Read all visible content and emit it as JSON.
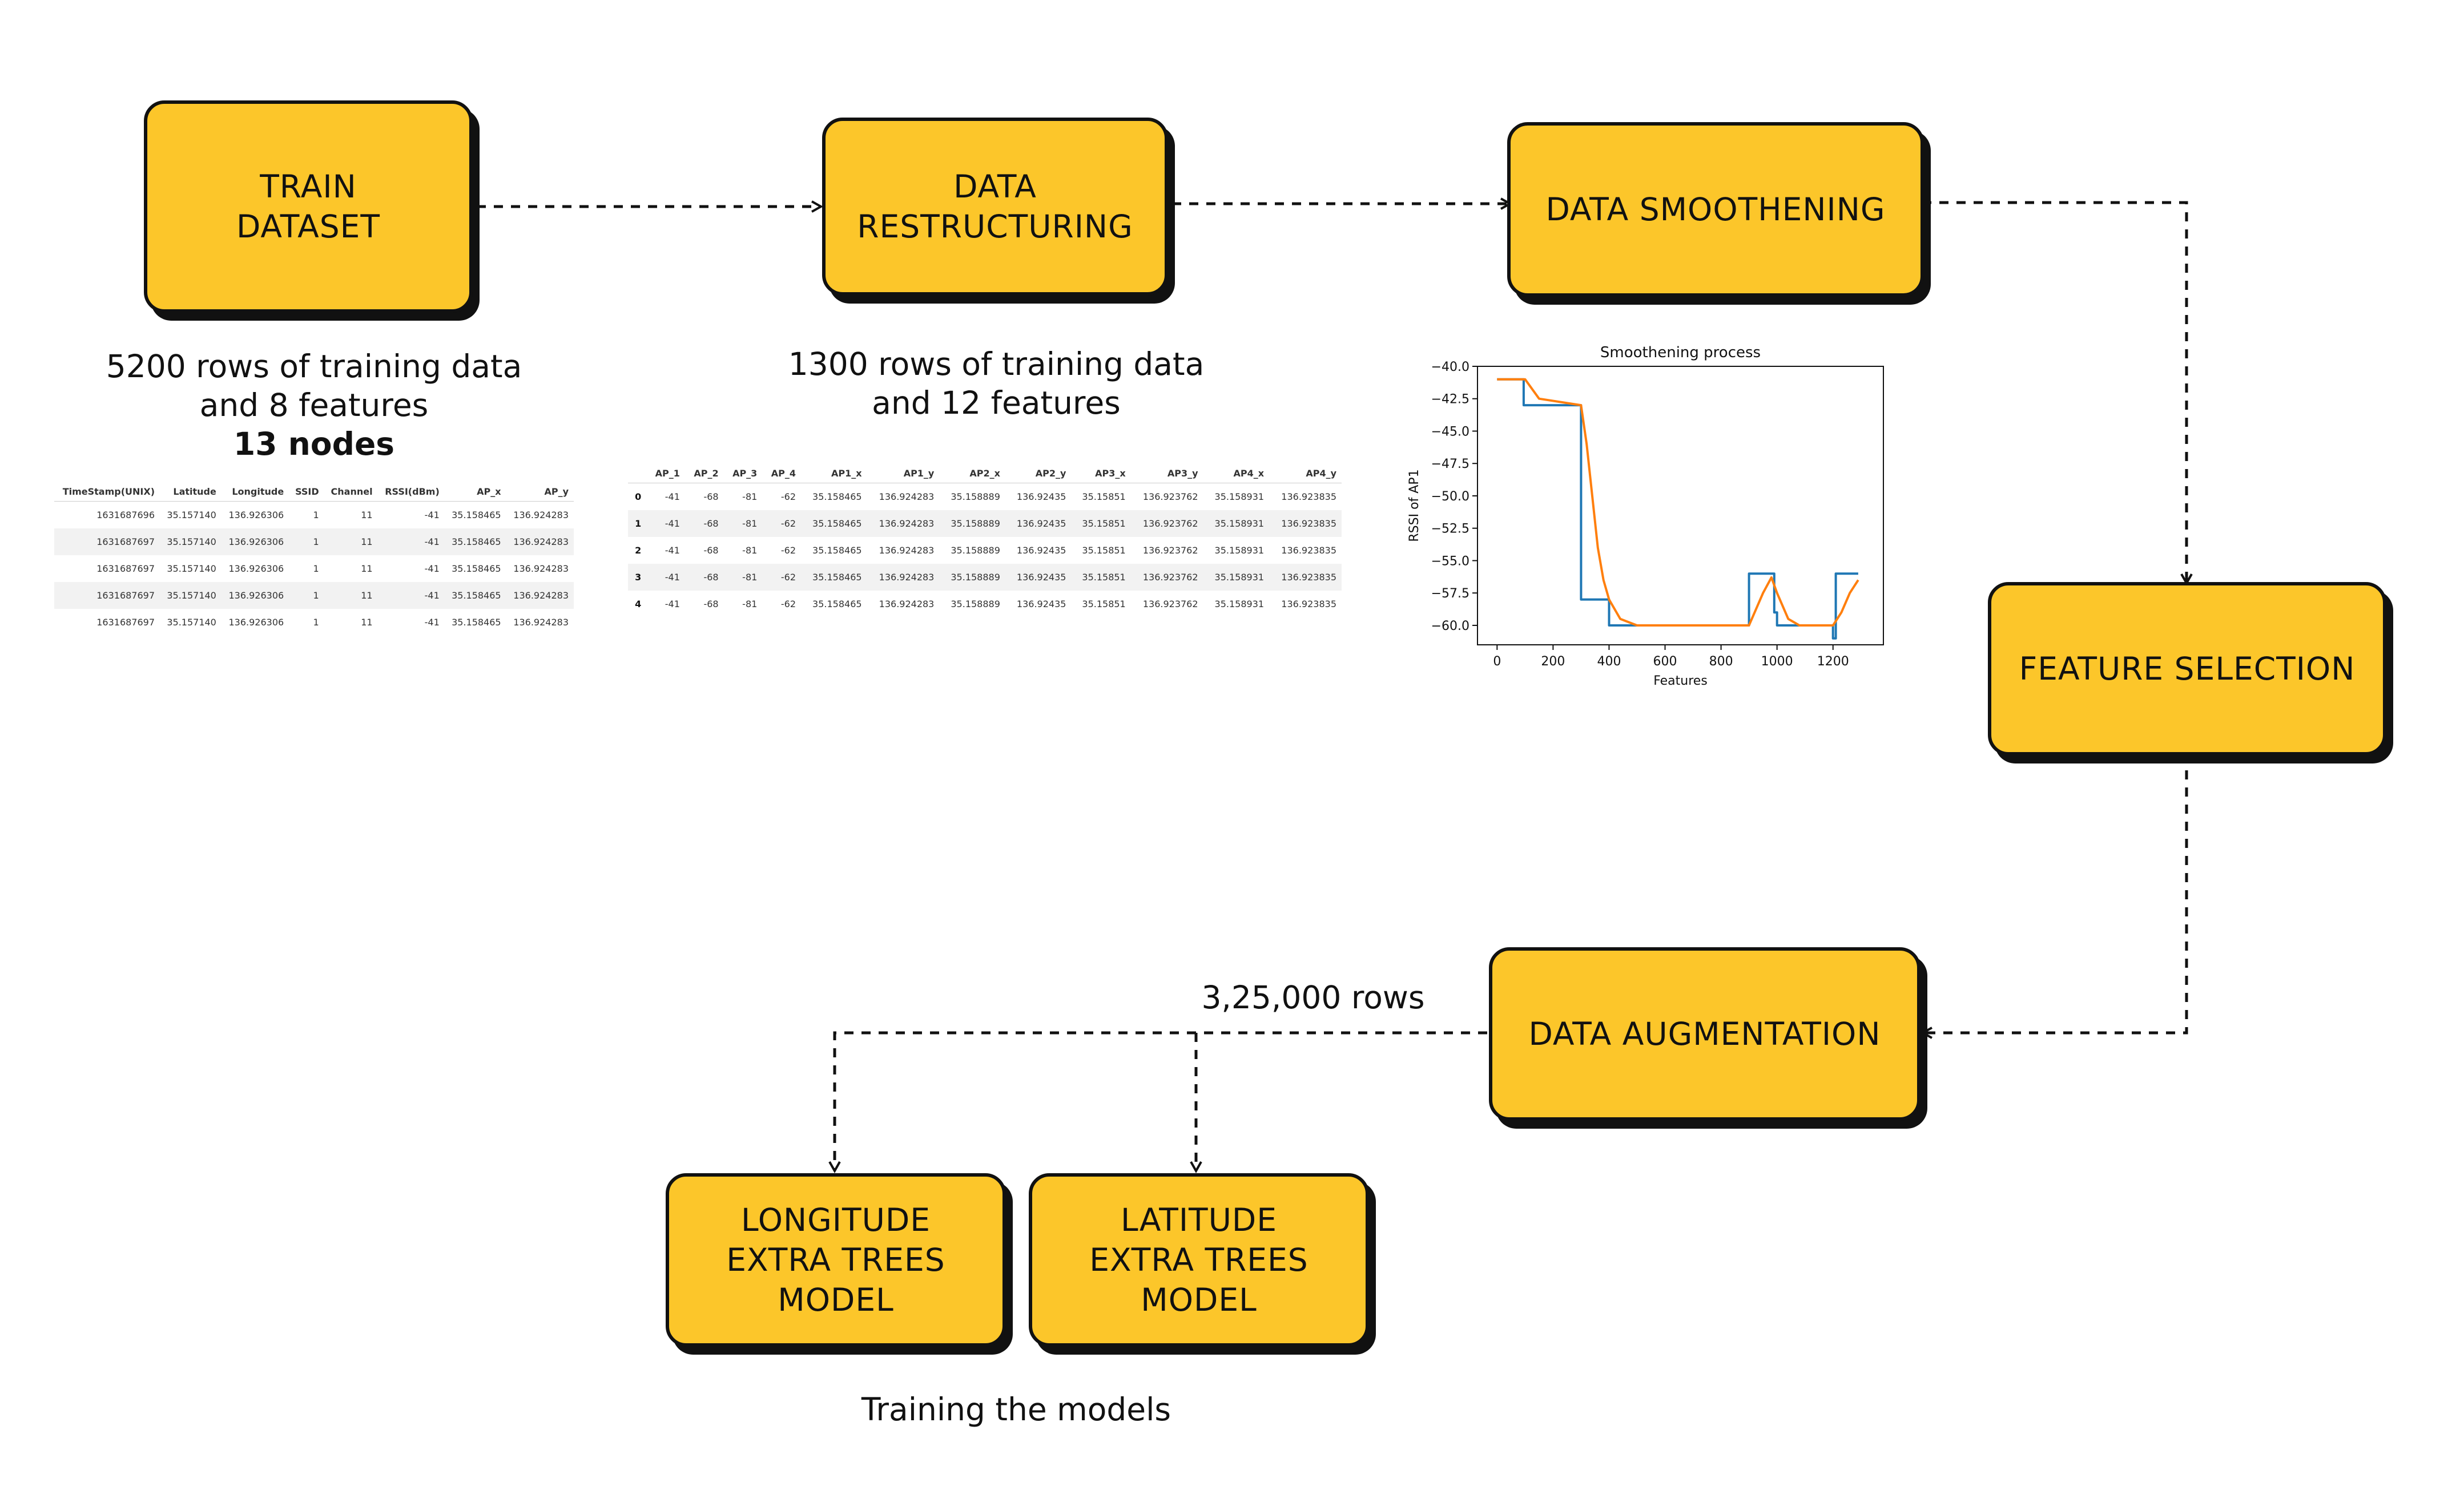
{
  "boxes": {
    "train_dataset": "TRAIN\nDATASET",
    "data_restructuring": "DATA\nRESTRUCTURING",
    "data_smoothening": "DATA SMOOTHENING",
    "feature_selection": "FEATURE SELECTION",
    "data_augmentation": "DATA AUGMENTATION",
    "longitude_model": "LONGITUDE\nEXTRA TREES\nMODEL",
    "latitude_model": "LATITUDE\nEXTRA TREES\nMODEL"
  },
  "captions": {
    "train_line1": "5200 rows of training data",
    "train_line2": "and 8 features",
    "train_line3": "13 nodes",
    "restructure_line1": "1300 rows of training data",
    "restructure_line2": "and 12 features",
    "augmentation_rows": "3,25,000 rows",
    "training_models": "Training the models"
  },
  "table_raw": {
    "columns": [
      "TimeStamp(UNIX)",
      "Latitude",
      "Longitude",
      "SSID",
      "Channel",
      "RSSI(dBm)",
      "AP_x",
      "AP_y"
    ],
    "rows": [
      [
        "1631687696",
        "35.157140",
        "136.926306",
        "1",
        "11",
        "-41",
        "35.158465",
        "136.924283"
      ],
      [
        "1631687697",
        "35.157140",
        "136.926306",
        "1",
        "11",
        "-41",
        "35.158465",
        "136.924283"
      ],
      [
        "1631687697",
        "35.157140",
        "136.926306",
        "1",
        "11",
        "-41",
        "35.158465",
        "136.924283"
      ],
      [
        "1631687697",
        "35.157140",
        "136.926306",
        "1",
        "11",
        "-41",
        "35.158465",
        "136.924283"
      ],
      [
        "1631687697",
        "35.157140",
        "136.926306",
        "1",
        "11",
        "-41",
        "35.158465",
        "136.924283"
      ]
    ]
  },
  "table_restructured": {
    "columns": [
      "",
      "AP_1",
      "AP_2",
      "AP_3",
      "AP_4",
      "AP1_x",
      "AP1_y",
      "AP2_x",
      "AP2_y",
      "AP3_x",
      "AP3_y",
      "AP4_x",
      "AP4_y"
    ],
    "rows": [
      [
        "0",
        "-41",
        "-68",
        "-81",
        "-62",
        "35.158465",
        "136.924283",
        "35.158889",
        "136.92435",
        "35.15851",
        "136.923762",
        "35.158931",
        "136.923835"
      ],
      [
        "1",
        "-41",
        "-68",
        "-81",
        "-62",
        "35.158465",
        "136.924283",
        "35.158889",
        "136.92435",
        "35.15851",
        "136.923762",
        "35.158931",
        "136.923835"
      ],
      [
        "2",
        "-41",
        "-68",
        "-81",
        "-62",
        "35.158465",
        "136.924283",
        "35.158889",
        "136.92435",
        "35.15851",
        "136.923762",
        "35.158931",
        "136.923835"
      ],
      [
        "3",
        "-41",
        "-68",
        "-81",
        "-62",
        "35.158465",
        "136.924283",
        "35.158889",
        "136.92435",
        "35.15851",
        "136.923762",
        "35.158931",
        "136.923835"
      ],
      [
        "4",
        "-41",
        "-68",
        "-81",
        "-62",
        "35.158465",
        "136.924283",
        "35.158889",
        "136.92435",
        "35.15851",
        "136.923762",
        "35.158931",
        "136.923835"
      ]
    ]
  },
  "chart_data": {
    "type": "line",
    "title": "Smoothening process",
    "xlabel": "Features",
    "ylabel": "RSSI of AP1",
    "xlim": [
      -70,
      1380
    ],
    "ylim": [
      -61.5,
      -40
    ],
    "xticks": [
      0,
      200,
      400,
      600,
      800,
      1000,
      1200
    ],
    "yticks": [
      -40.0,
      -42.5,
      -45.0,
      -47.5,
      -50.0,
      -52.5,
      -55.0,
      -57.5,
      -60.0
    ],
    "grid": false,
    "series": [
      {
        "color": "#1f77b4",
        "points": [
          [
            0,
            -41
          ],
          [
            95,
            -41
          ],
          [
            95,
            -43
          ],
          [
            300,
            -43
          ],
          [
            300,
            -58
          ],
          [
            400,
            -58
          ],
          [
            400,
            -60
          ],
          [
            900,
            -60
          ],
          [
            900,
            -56
          ],
          [
            990,
            -56
          ],
          [
            990,
            -59
          ],
          [
            1000,
            -59
          ],
          [
            1000,
            -60
          ],
          [
            1200,
            -60
          ],
          [
            1200,
            -61
          ],
          [
            1210,
            -61
          ],
          [
            1210,
            -56
          ],
          [
            1290,
            -56
          ]
        ]
      },
      {
        "color": "#ff7f0e",
        "points": [
          [
            0,
            -41
          ],
          [
            100,
            -41
          ],
          [
            150,
            -42.5
          ],
          [
            300,
            -43
          ],
          [
            320,
            -46
          ],
          [
            340,
            -50
          ],
          [
            360,
            -54
          ],
          [
            380,
            -56.5
          ],
          [
            400,
            -58
          ],
          [
            440,
            -59.5
          ],
          [
            500,
            -60
          ],
          [
            900,
            -60
          ],
          [
            950,
            -57.5
          ],
          [
            980,
            -56.3
          ],
          [
            1000,
            -57.5
          ],
          [
            1040,
            -59.5
          ],
          [
            1080,
            -60
          ],
          [
            1200,
            -60
          ],
          [
            1230,
            -59
          ],
          [
            1260,
            -57.5
          ],
          [
            1290,
            -56.5
          ]
        ]
      }
    ]
  }
}
